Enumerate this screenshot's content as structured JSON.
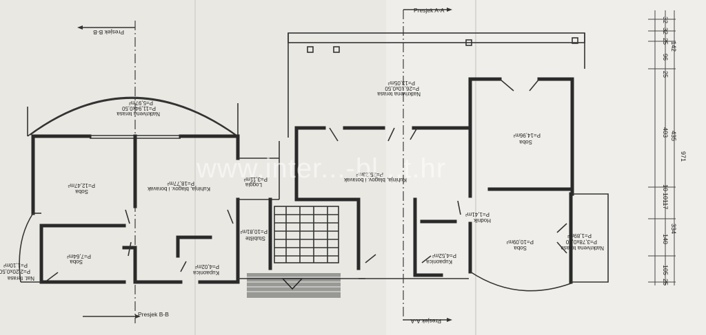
{
  "watermark": "www.inter...-bl...t.hr",
  "sections": {
    "bb": "Presjek B-B",
    "aa": "Presjek A-A"
  },
  "rooms": [
    {
      "id": "terasa-top-left",
      "lines": [
        "Natkrivena terasa",
        "P=11,94x0,50",
        "P=5,97m²"
      ]
    },
    {
      "id": "soba-1",
      "lines": [
        "Soba",
        "P=12,47m²"
      ]
    },
    {
      "id": "kuhinja-1",
      "lines": [
        "Kuhinja, blagov. i boravak",
        "P=18,77m²"
      ]
    },
    {
      "id": "loggia",
      "lines": [
        "Loggia",
        "P=3,11m²"
      ]
    },
    {
      "id": "stubiste",
      "lines": [
        "Stubište",
        "P=10,81m²"
      ]
    },
    {
      "id": "soba-2",
      "lines": [
        "Soba",
        "P=7,64m²"
      ]
    },
    {
      "id": "nat-terasa-left",
      "lines": [
        "Nat. terasa",
        "P=2,20x0,50",
        "P=1,10m²"
      ]
    },
    {
      "id": "kupaonica-1",
      "lines": [
        "Kupaonica",
        "P=4,02m²"
      ]
    },
    {
      "id": "terasa-top-right",
      "lines": [
        "Natkrivena terasa",
        "P=26,10x0,50",
        "P=13,05m²"
      ]
    },
    {
      "id": "kuhinja-2",
      "lines": [
        "Kuhinja, blagov. i boravak",
        "P=25,23m²"
      ]
    },
    {
      "id": "soba-3",
      "lines": [
        "Soba",
        "P=14,96m²"
      ]
    },
    {
      "id": "hodnik",
      "lines": [
        "Hodnik",
        "P=1,41m²"
      ]
    },
    {
      "id": "kupaonica-2",
      "lines": [
        "Kupaonica",
        "P=4,52m²"
      ]
    },
    {
      "id": "soba-4",
      "lines": [
        "Soba",
        "P=10,09m²"
      ]
    },
    {
      "id": "terasa-right",
      "lines": [
        "Natkrivena terasa",
        "P=3,78x0,50",
        "P=1,89m²"
      ]
    }
  ],
  "dimensions": [
    "32",
    "32",
    "25",
    "142",
    "96",
    "25",
    "435",
    "403",
    "971",
    "10",
    "10",
    "117",
    "334",
    "140",
    "105",
    "25"
  ]
}
